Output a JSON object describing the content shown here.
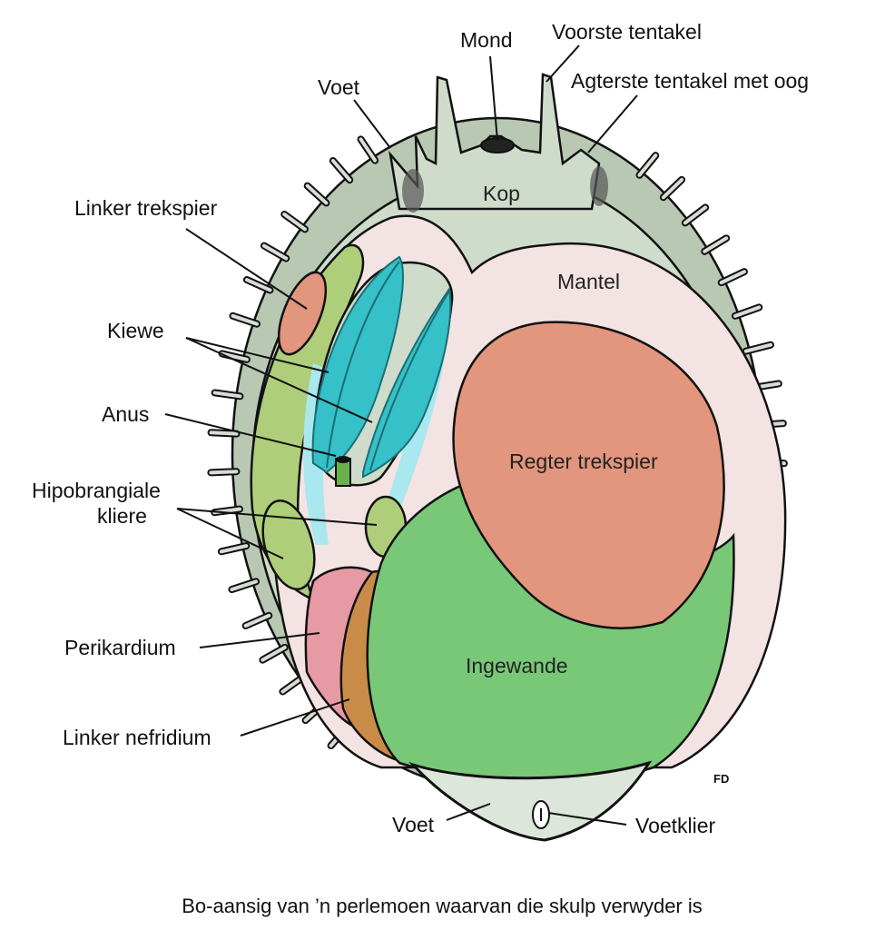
{
  "figure": {
    "caption": "Bo-aansig van ’n perlemoen waarvan die skulp verwyder is",
    "signature": "FD",
    "colors": {
      "epipodium": "#b9c8b2",
      "body": "#cfdccb",
      "mantle": "#f4e3e3",
      "right_muscle": "#e1967d",
      "left_muscle": "#e1967d",
      "viscera": "#78c878",
      "light_green_organ": "#afce7a",
      "gills": "#36c0c8",
      "gill_shadow": "#a8e8ee",
      "pericardium": "#e59aa4",
      "nephridium": "#c98c48",
      "foot_bottom": "#dce6da",
      "eye_spot": "#444444"
    }
  },
  "labels": {
    "mond": "Mond",
    "voorste_tentakel": "Voorste tentakel",
    "agterste_tentakel": "Agterste tentakel met oog",
    "voet_top": "Voet",
    "kop": "Kop",
    "linker_trekspier": "Linker trekspier",
    "mantel": "Mantel",
    "kiewe": "Kiewe",
    "anus": "Anus",
    "regter_trekspier": "Regter trekspier",
    "hipobrangiale_1": "Hipobrangiale",
    "hipobrangiale_2": "kliere",
    "perikardium": "Perikardium",
    "ingewande": "Ingewande",
    "linker_nefridium": "Linker nefridium",
    "voet_bottom": "Voet",
    "voetklier": "Voetklier"
  }
}
